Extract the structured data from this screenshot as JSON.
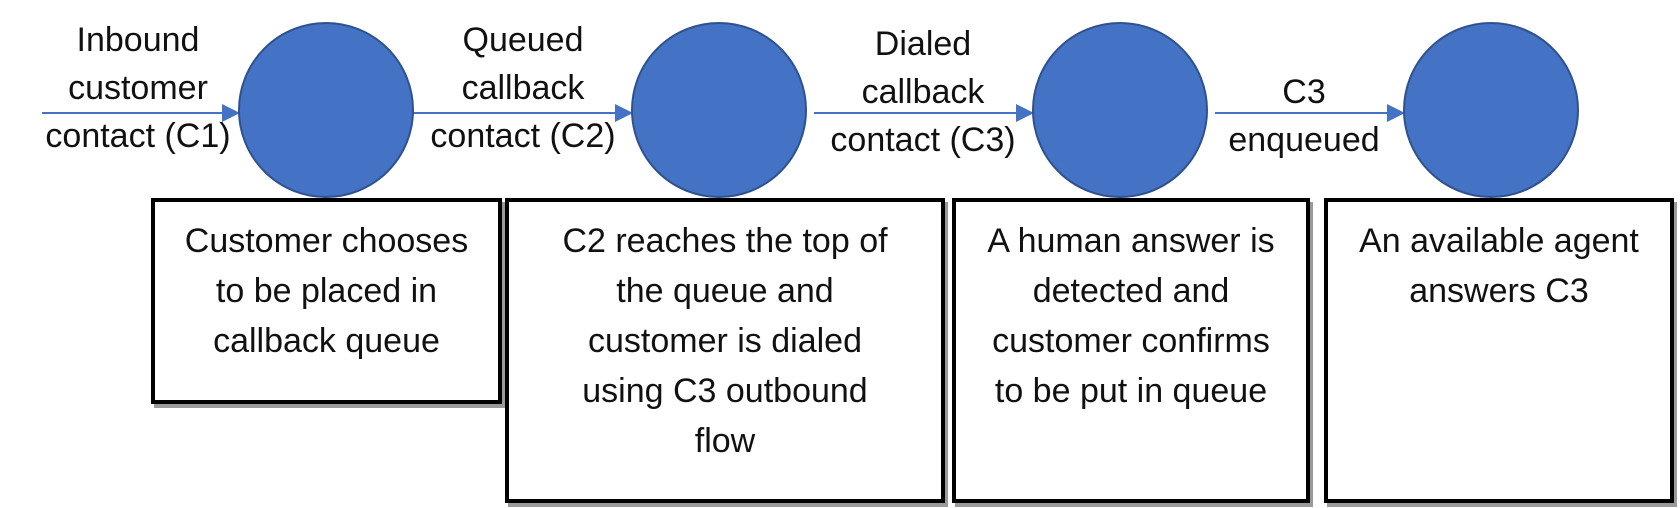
{
  "colors": {
    "node_fill": "#4472c4",
    "arrow": "#4472c4",
    "box_border": "#000000"
  },
  "edges": [
    "Inbound\ncustomer\ncontact (C1)",
    "Queued\ncallback\ncontact (C2)",
    "Dialed\ncallback\ncontact (C3)",
    "C3\nenqueued"
  ],
  "boxes": [
    "Customer chooses\nto be placed in\ncallback queue",
    "C2 reaches the top of\nthe queue and\ncustomer is dialed\nusing C3 outbound\nflow",
    "A human answer is\ndetected and\ncustomer confirms\nto be put in queue",
    "An available agent\nanswers C3"
  ]
}
